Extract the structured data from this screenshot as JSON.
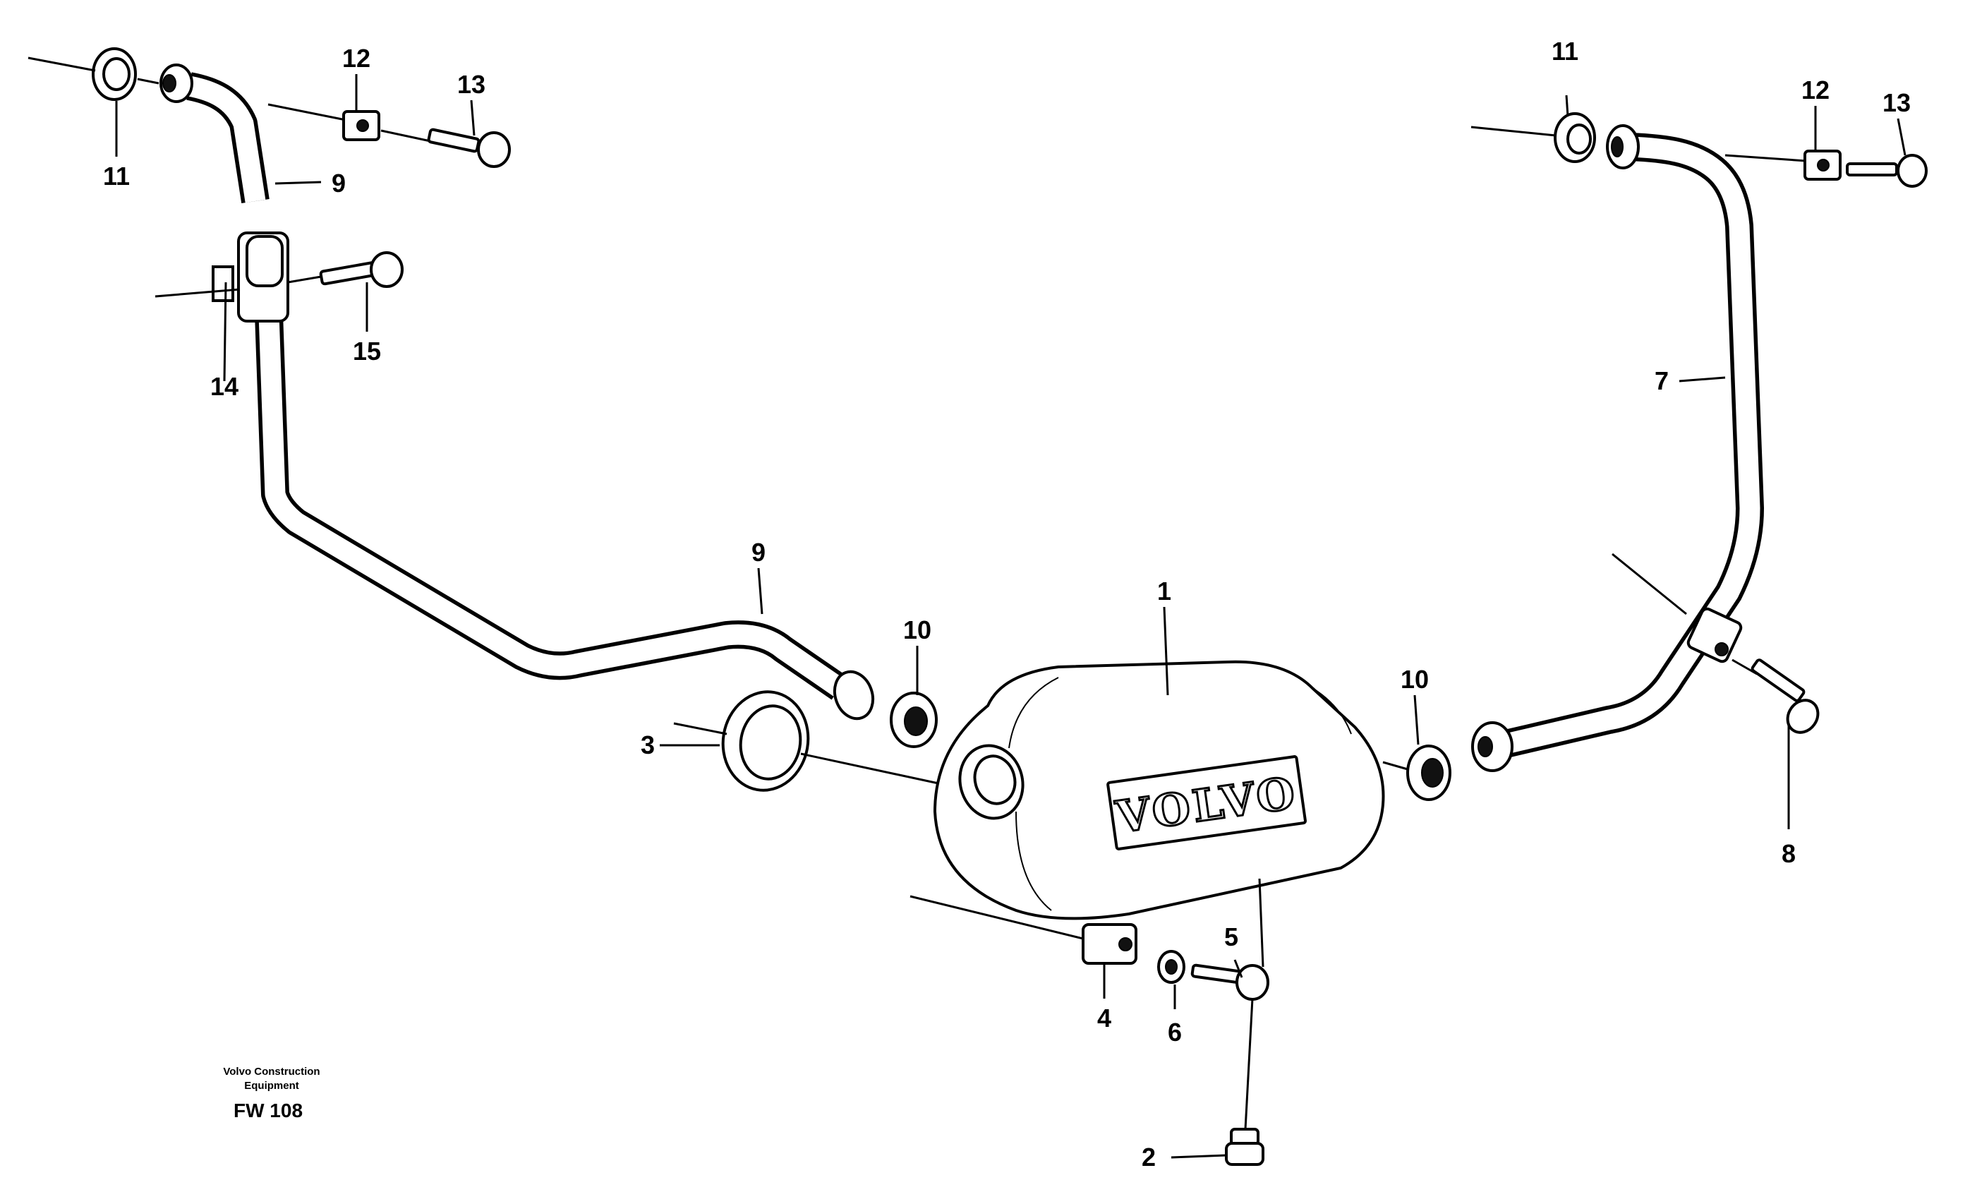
{
  "diagram": {
    "callouts": {
      "c1": "1",
      "c2": "2",
      "c3": "3",
      "c4": "4",
      "c5": "5",
      "c6": "6",
      "c7": "7",
      "c8": "8",
      "c9a": "9",
      "c9b": "9",
      "c10a": "10",
      "c10b": "10",
      "c11a": "11",
      "c11b": "11",
      "c12a": "12",
      "c12b": "12",
      "c13a": "13",
      "c13b": "13",
      "c14": "14",
      "c15": "15"
    },
    "brand_mark": "VOLVO",
    "credit_line1": "Volvo Construction",
    "credit_line2": "Equipment",
    "figure_code": "FW 108"
  }
}
